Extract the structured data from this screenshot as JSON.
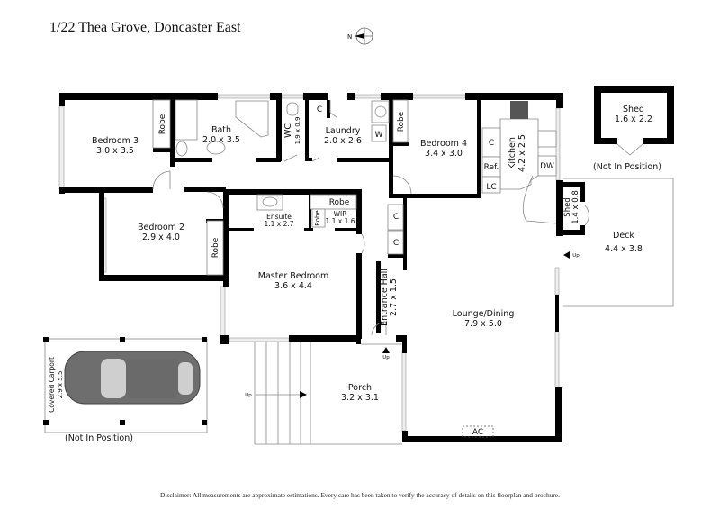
{
  "header": {
    "title": "1/22 Thea Grove, Doncaster East",
    "compass_label": "N"
  },
  "rooms": {
    "bedroom3": {
      "name": "Bedroom 3",
      "size": "3.0 x 3.5"
    },
    "bath": {
      "name": "Bath",
      "size": "2.0 x 3.5"
    },
    "wc": {
      "name": "WC",
      "size": "1.9 x 0.9"
    },
    "laundry": {
      "name": "Laundry",
      "size": "2.0 x 2.6"
    },
    "bedroom4": {
      "name": "Bedroom 4",
      "size": "3.4 x 3.0"
    },
    "kitchen": {
      "name": "Kitchen",
      "size": "4.2 x 2.5"
    },
    "bedroom2": {
      "name": "Bedroom 2",
      "size": "2.9 x 4.0"
    },
    "ensuite": {
      "name": "Ensuite",
      "size": "1.1 x 2.7"
    },
    "wir": {
      "name": "WIR",
      "size": "1.1 x 1.6"
    },
    "master": {
      "name": "Master Bedroom",
      "size": "3.6 x 4.4"
    },
    "entrance": {
      "name": "Entrance Hall",
      "size": "2.7 x 1.5"
    },
    "lounge": {
      "name": "Lounge/Dining",
      "size": "7.9 x 5.0"
    },
    "porch": {
      "name": "Porch",
      "size": "3.2 x 3.1"
    },
    "shed_small": {
      "name": "Shed",
      "size": "1.4 x 0.8"
    },
    "deck": {
      "name": "Deck",
      "size": "4.4 x 3.8"
    },
    "shed": {
      "name": "Shed",
      "size": "1.6 x 2.2"
    },
    "carport": {
      "name": "Covered Carport",
      "size": "2.9 x 5.5"
    }
  },
  "fixtures": {
    "robe": "Robe",
    "cupboard": "C",
    "washer": "W",
    "fridge": "Ref.",
    "linen": "LC",
    "dishwasher": "DW",
    "ac": "AC",
    "up": "Up"
  },
  "notes": {
    "shed_not_in_position": "(Not In Position)",
    "carport_not_in_position": "(Not In Position)"
  },
  "footer": {
    "disclaimer": "Disclaimer: All measurements are approximate estimations. Every care has been taken to verify the accuracy of details on this floorplan and brochure."
  }
}
